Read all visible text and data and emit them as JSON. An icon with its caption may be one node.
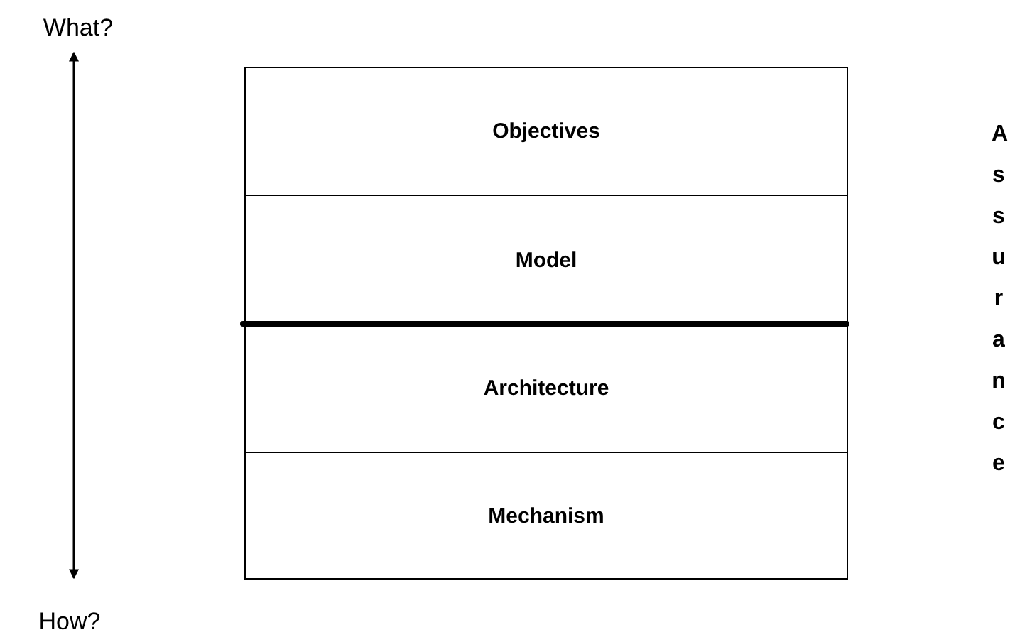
{
  "diagram": {
    "nodes": [
      {
        "text": [
          "What?"
        ]
      },
      {
        "text": [
          "Objectives"
        ]
      },
      {
        "text": [
          "Model"
        ]
      },
      {
        "text": [
          "Architecture"
        ]
      },
      {
        "text": [
          "Mechanism"
        ]
      },
      {
        "text": [
          "How?"
        ]
      }
    ],
    "edges": [
      {
        "from": 0,
        "to": 5,
        "arrow": "both"
      }
    ],
    "labels": [
      "Assurance"
    ]
  }
}
